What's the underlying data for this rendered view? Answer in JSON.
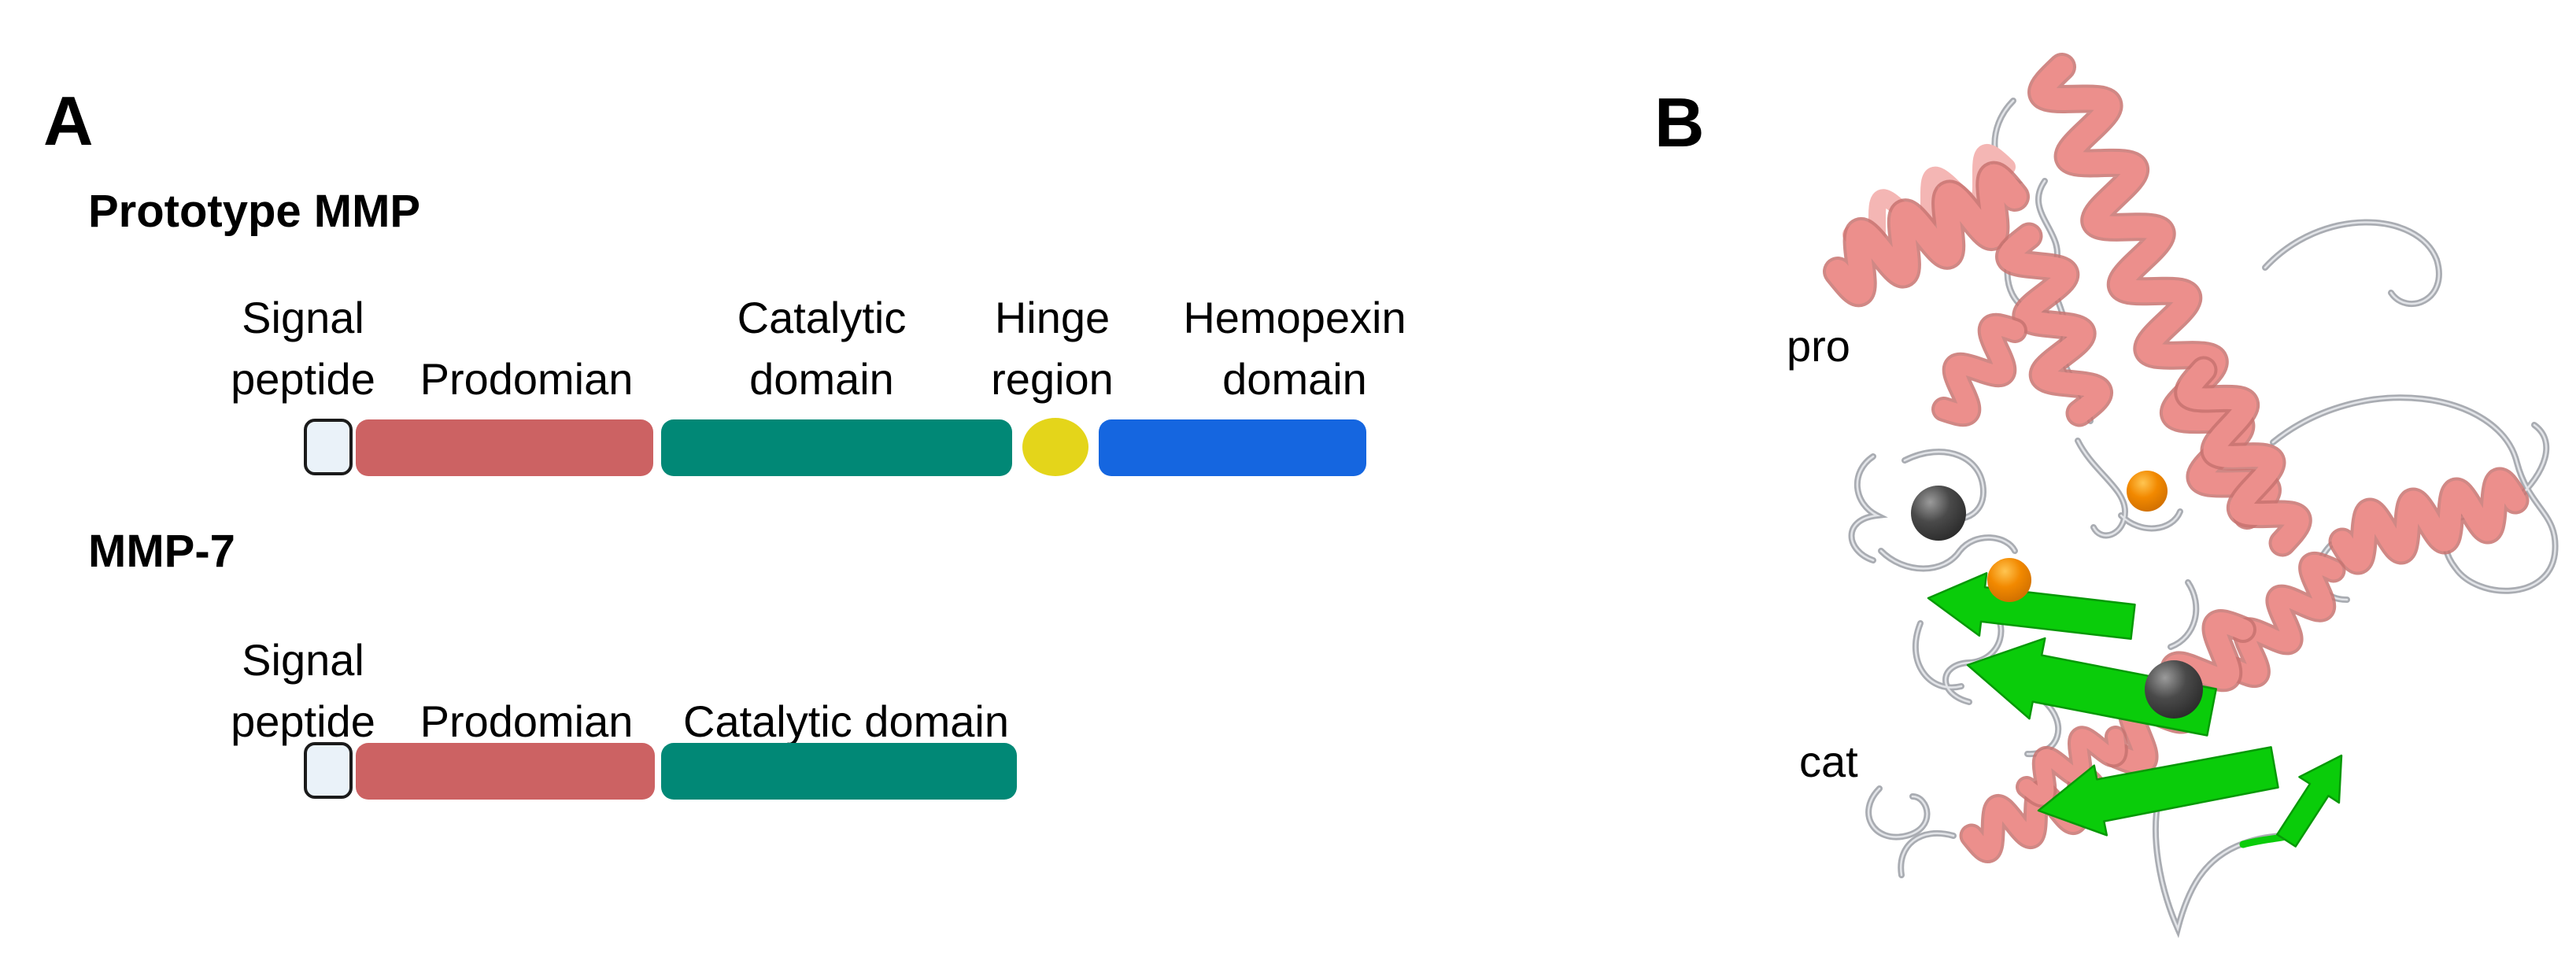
{
  "colors": {
    "signal_fill": "#EAF2F9",
    "signal_border": "#1B1B1B",
    "prodomain": "#CC6263",
    "catalytic": "#018876",
    "hinge": "#E4D51A",
    "hemopexin": "#1566E0",
    "helix": "#EC8F8C",
    "helix_light": "#F4B6B4",
    "helix_edge": "#C87370",
    "loop": "#A9ACB2",
    "loop_highlight": "#E2E4E8",
    "strand": "#0ACC0A",
    "strand_edge": "#079907",
    "sphere_dark": "#4A4A4A",
    "sphere_orange": "#F28900"
  },
  "panelA": {
    "label": "A",
    "prototype": {
      "title": "Prototype MMP",
      "signal_label_line1": "Signal",
      "signal_label_line2": "peptide",
      "prodomain_label": "Prodomian",
      "catalytic_label_line1": "Catalytic",
      "catalytic_label_line2": "domain",
      "hinge_label_line1": "Hinge",
      "hinge_label_line2": "region",
      "hemopexin_label_line1": "Hemopexin",
      "hemopexin_label_line2": "domain"
    },
    "mmp7": {
      "title": "MMP-7",
      "signal_label_line1": "Signal",
      "signal_label_line2": "peptide",
      "prodomain_label": "Prodomian",
      "catalytic_label": "Catalytic domain"
    }
  },
  "panelB": {
    "label": "B",
    "pro_label": "pro",
    "cat_label": "cat"
  }
}
